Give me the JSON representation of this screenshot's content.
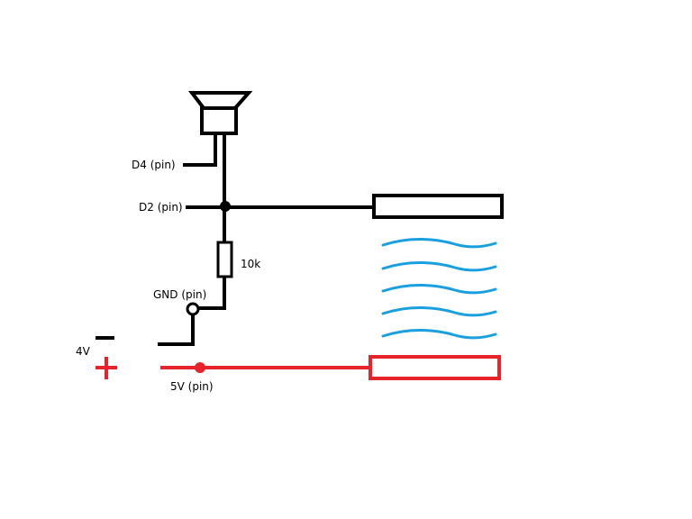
{
  "labels": {
    "d4": "D4 (pin)",
    "d2": "D2 (pin)",
    "resistor": "10k",
    "gnd": "GND (pin)",
    "battery_voltage": "4V",
    "five_v": "5V (pin)"
  },
  "icons": {
    "speaker": "speaker-icon",
    "resistor": "resistor-symbol",
    "water": "water-wave-icon"
  },
  "colors": {
    "wire": "#000000",
    "power": "#e8232a",
    "water": "#1aa0e0",
    "background": "#ffffff"
  }
}
